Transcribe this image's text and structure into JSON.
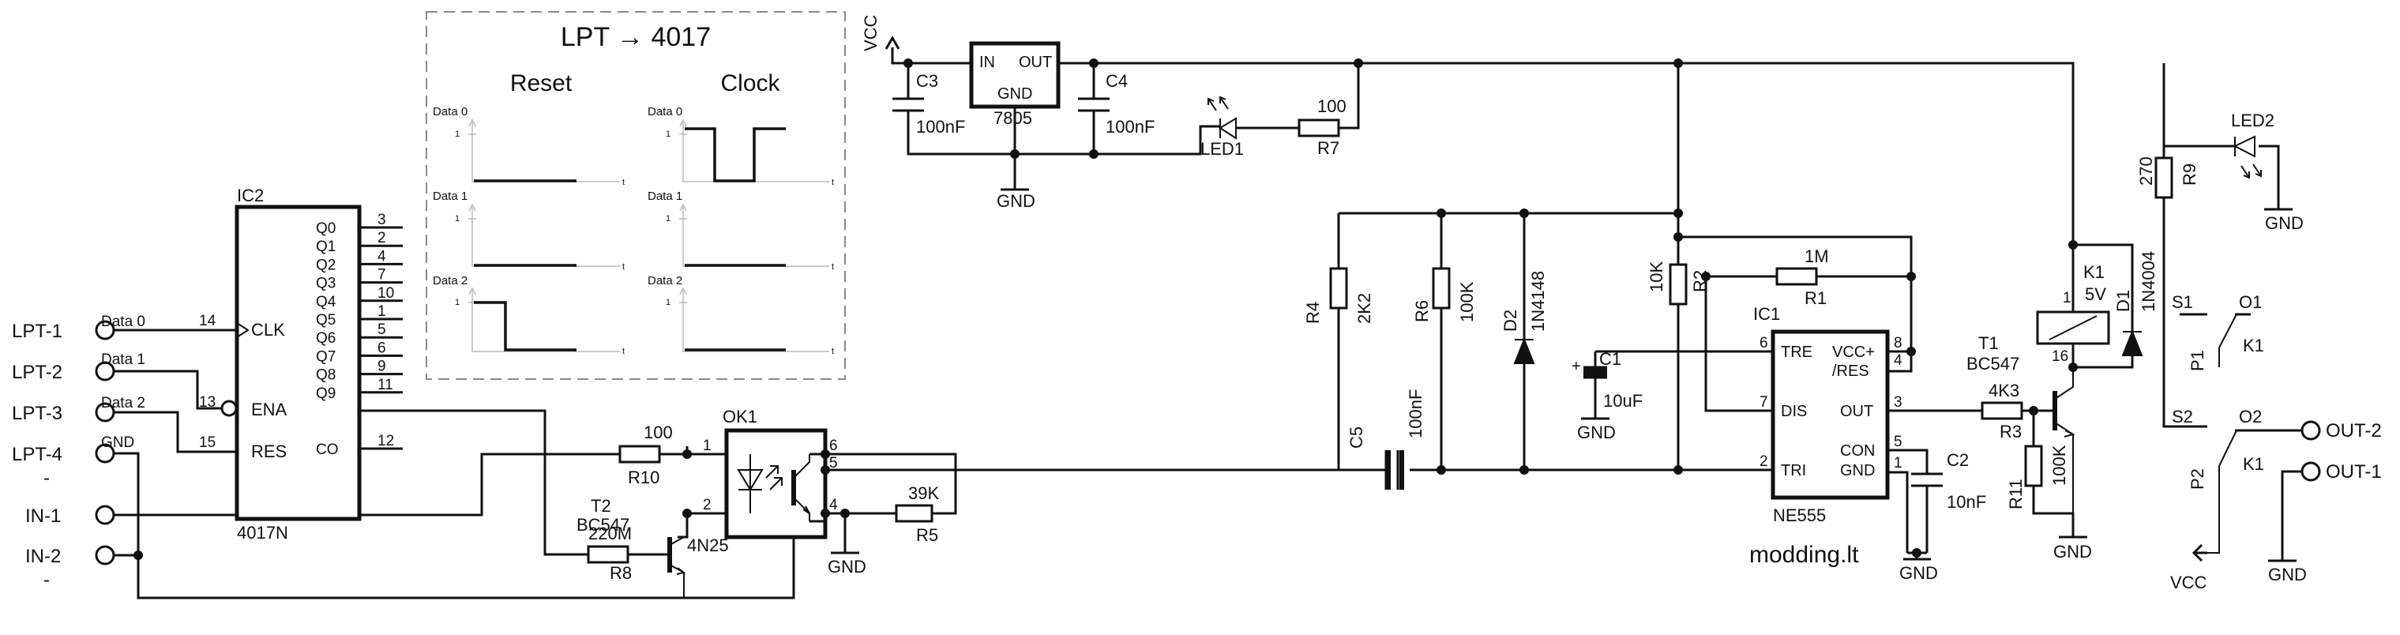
{
  "timing": {
    "title": "LPT → 4017",
    "reset_title": "Reset",
    "clock_title": "Clock",
    "reset_labels": [
      "Data 0",
      "Data 1",
      "Data 2"
    ],
    "clock_labels": [
      "Data 0",
      "Data 1",
      "Data 2"
    ],
    "level_one": "1",
    "time_axis": "t"
  },
  "ports": {
    "lpt1": "LPT-1",
    "lpt2": "LPT-2",
    "lpt3": "LPT-3",
    "lpt4": "LPT-4",
    "minus1": "-",
    "minus2": "-",
    "in1": "IN-1",
    "in2": "IN-2",
    "data0": "Data 0",
    "data1": "Data 1",
    "data2": "Data 2",
    "gnd": "GND"
  },
  "ic2": {
    "name": "IC2",
    "part": "4017N",
    "clk": "CLK",
    "ena": "ENA",
    "res": "RES",
    "pins_left": [
      "14",
      "13",
      "15"
    ],
    "outputs": [
      "Q0",
      "Q1",
      "Q2",
      "Q3",
      "Q4",
      "Q5",
      "Q6",
      "Q7",
      "Q8",
      "Q9",
      "CO"
    ],
    "out_pins": [
      "3",
      "2",
      "4",
      "7",
      "10",
      "1",
      "5",
      "6",
      "9",
      "11",
      "12"
    ]
  },
  "regulator": {
    "vcc": "VCC",
    "part": "7805",
    "in": "IN",
    "out": "OUT",
    "gnd": "GND",
    "c3": "C3",
    "c3_val": "100nF",
    "c4": "C4",
    "c4_val": "100nF",
    "led1": "LED1",
    "r7": "R7",
    "r7_val": "100",
    "gnd_label": "GND"
  },
  "opto": {
    "r10": "R10",
    "r10_val": "100",
    "ok1": "OK1",
    "part": "4N25",
    "pins": [
      "1",
      "2",
      "6",
      "5",
      "4"
    ],
    "t2": "T2",
    "t2_type": "BC547",
    "r8": "R8",
    "r8_val": "220M",
    "r5": "R5",
    "r5_val": "39K",
    "gnd": "GND"
  },
  "timer": {
    "r4": "R4",
    "r4_val": "2K2",
    "r6": "R6",
    "r6_val": "100K",
    "d2": "D2",
    "d2_val": "1N4148",
    "c5": "C5",
    "c5_val": "100nF",
    "r2": "R2",
    "r2_val": "10K",
    "r1": "R1",
    "r1_val": "1M",
    "c1": "C1",
    "c1_val": "10uF",
    "c1_gnd": "GND",
    "plus": "+",
    "ic1": "IC1",
    "part": "NE555",
    "pin_tre": "TRE",
    "pin_vcc": "VCC+",
    "pin_res": "/RES",
    "pin_dis": "DIS",
    "pin_out": "OUT",
    "pin_tri": "TRI",
    "pin_con": "CON",
    "pin_gnd": "GND",
    "pin_nums": [
      "6",
      "7",
      "2",
      "8",
      "4",
      "3",
      "5",
      "1"
    ],
    "c2": "C2",
    "c2_val": "10nF",
    "gnd": "GND"
  },
  "relay": {
    "t1": "T1",
    "t1_type": "BC547",
    "r3": "R3",
    "r3_val": "4K3",
    "r11": "R11",
    "r11_val": "100K",
    "k1": "K1",
    "k1_val": "5V",
    "d1": "D1",
    "d1_val": "1N4004",
    "coil_pin1": "1",
    "coil_pin16": "16",
    "gnd": "GND",
    "r9": "R9",
    "r9_val": "270",
    "led2": "LED2",
    "led2_gnd": "GND",
    "s1": "S1",
    "o1": "O1",
    "p1": "P1",
    "k1a": "K1",
    "s2": "S2",
    "o2": "O2",
    "p2": "P2",
    "k1b": "K1",
    "out2": "OUT-2",
    "out1": "OUT-1",
    "vcc": "VCC",
    "gnd2": "GND"
  },
  "credit": "modding.lt"
}
